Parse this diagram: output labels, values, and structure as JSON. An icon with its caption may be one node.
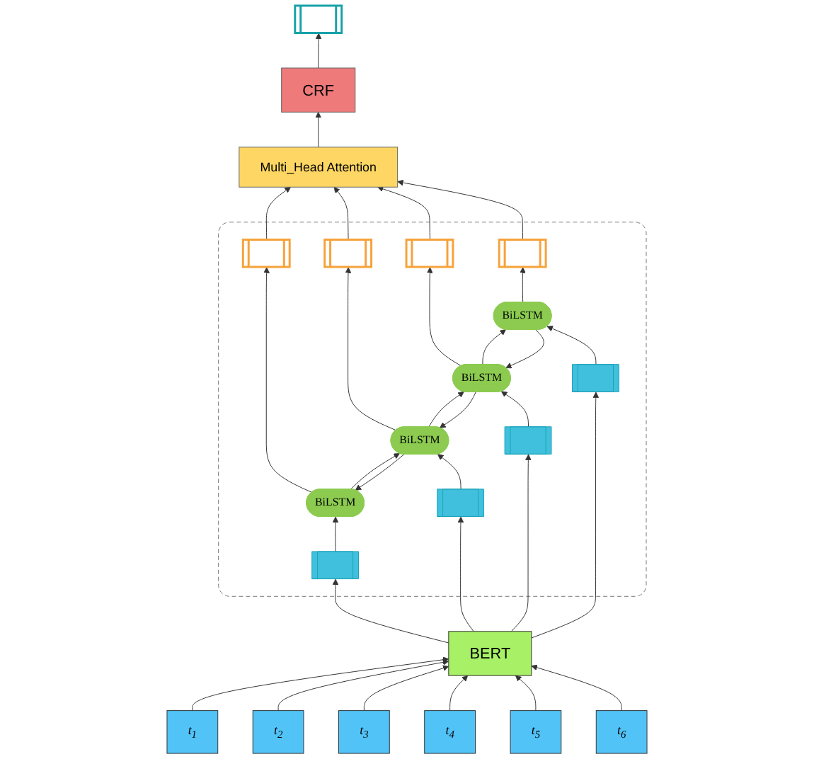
{
  "diagram": {
    "nodes": [
      {
        "text": [],
        "shape": "bar"
      },
      {
        "text": [
          "CRF"
        ]
      },
      {
        "text": [
          "Multi_Head Attention"
        ]
      },
      {
        "text": [],
        "shape": "box"
      },
      {
        "text": [],
        "shape": "bar",
        "in": 3
      },
      {
        "text": [],
        "shape": "bar",
        "in": 3
      },
      {
        "text": [],
        "shape": "bar",
        "in": 3
      },
      {
        "text": [],
        "shape": "bar",
        "in": 3
      },
      {
        "text": [
          "BiLSTM"
        ],
        "in": 3
      },
      {
        "text": [
          "BiLSTM"
        ],
        "in": 3
      },
      {
        "text": [
          "BiLSTM"
        ],
        "in": 3
      },
      {
        "text": [
          "BiLSTM"
        ],
        "in": 3
      },
      {
        "text": [],
        "shape": "bar",
        "in": 3
      },
      {
        "text": [],
        "shape": "bar",
        "in": 3
      },
      {
        "text": [],
        "shape": "bar",
        "in": 3
      },
      {
        "text": [],
        "shape": "bar",
        "in": 3
      },
      {
        "text": [
          "BERT"
        ]
      },
      {
        "text": [
          "t$_{1}$"
        ]
      },
      {
        "text": [
          "t$_{2}$"
        ]
      },
      {
        "text": [
          "t$_{3}$"
        ]
      },
      {
        "text": [
          "t$_{4}$"
        ]
      },
      {
        "text": [
          "t$_{5}$"
        ]
      },
      {
        "text": [
          "t$_{6}$"
        ]
      }
    ],
    "edges": [
      {
        "from": 1,
        "to": 0,
        "arrow": "to"
      },
      {
        "from": 2,
        "to": 1,
        "arrow": "to"
      },
      {
        "from": 4,
        "to": 2,
        "arrow": "to"
      },
      {
        "from": 5,
        "to": 2,
        "arrow": "to"
      },
      {
        "from": 6,
        "to": 2,
        "arrow": "to"
      },
      {
        "from": 7,
        "to": 2,
        "arrow": "to"
      },
      {
        "from": 8,
        "to": 4,
        "arrow": "to"
      },
      {
        "from": 9,
        "to": 5,
        "arrow": "to"
      },
      {
        "from": 10,
        "to": 6,
        "arrow": "to"
      },
      {
        "from": 11,
        "to": 7,
        "arrow": "to"
      },
      {
        "from": 8,
        "to": 9,
        "arrow": "to"
      },
      {
        "from": 9,
        "to": 8,
        "arrow": "to"
      },
      {
        "from": 9,
        "to": 10,
        "arrow": "to"
      },
      {
        "from": 10,
        "to": 9,
        "arrow": "to"
      },
      {
        "from": 10,
        "to": 11,
        "arrow": "to"
      },
      {
        "from": 11,
        "to": 10,
        "arrow": "to"
      },
      {
        "from": 12,
        "to": 8,
        "arrow": "to"
      },
      {
        "from": 13,
        "to": 9,
        "arrow": "to"
      },
      {
        "from": 14,
        "to": 10,
        "arrow": "to"
      },
      {
        "from": 15,
        "to": 11,
        "arrow": "to"
      },
      {
        "from": 16,
        "to": 12,
        "arrow": "to"
      },
      {
        "from": 16,
        "to": 13,
        "arrow": "to"
      },
      {
        "from": 16,
        "to": 14,
        "arrow": "to"
      },
      {
        "from": 16,
        "to": 15,
        "arrow": "to"
      },
      {
        "from": 17,
        "to": 16,
        "arrow": "to"
      },
      {
        "from": 18,
        "to": 16,
        "arrow": "to"
      },
      {
        "from": 19,
        "to": 16,
        "arrow": "to"
      },
      {
        "from": 20,
        "to": 16,
        "arrow": "to"
      },
      {
        "from": 21,
        "to": 16,
        "arrow": "to"
      },
      {
        "from": 22,
        "to": 16,
        "arrow": "to"
      }
    ]
  }
}
